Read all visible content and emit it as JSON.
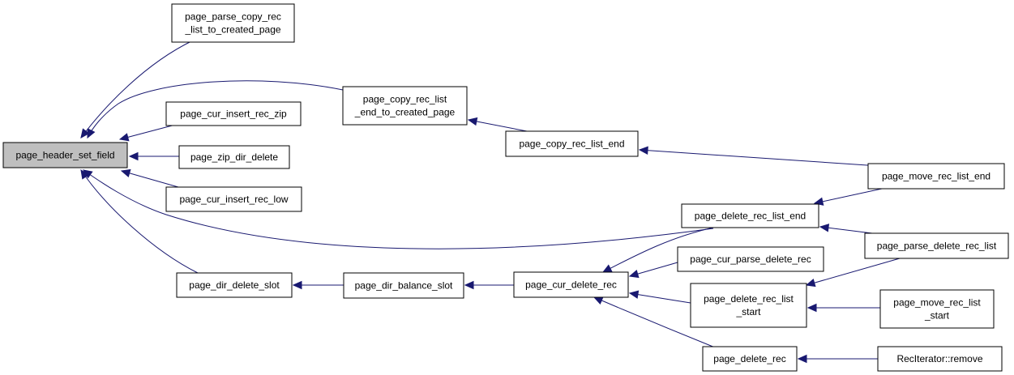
{
  "graph": {
    "nodes": [
      {
        "id": "page_header_set_field",
        "lines": [
          "page_header_set_field"
        ],
        "root": true
      },
      {
        "id": "page_parse_copy_rec_list_to_created_page",
        "lines": [
          "page_parse_copy_rec",
          "_list_to_created_page"
        ]
      },
      {
        "id": "page_copy_rec_list_end_to_created_page",
        "lines": [
          "page_copy_rec_list",
          "_end_to_created_page"
        ]
      },
      {
        "id": "page_cur_insert_rec_zip",
        "lines": [
          "page_cur_insert_rec_zip"
        ]
      },
      {
        "id": "page_zip_dir_delete",
        "lines": [
          "page_zip_dir_delete"
        ]
      },
      {
        "id": "page_cur_insert_rec_low",
        "lines": [
          "page_cur_insert_rec_low"
        ]
      },
      {
        "id": "page_delete_rec_list_end",
        "lines": [
          "page_delete_rec_list_end"
        ]
      },
      {
        "id": "page_dir_delete_slot",
        "lines": [
          "page_dir_delete_slot"
        ]
      },
      {
        "id": "page_copy_rec_list_end",
        "lines": [
          "page_copy_rec_list_end"
        ]
      },
      {
        "id": "page_move_rec_list_end",
        "lines": [
          "page_move_rec_list_end"
        ]
      },
      {
        "id": "page_parse_delete_rec_list",
        "lines": [
          "page_parse_delete_rec_list"
        ]
      },
      {
        "id": "page_dir_balance_slot",
        "lines": [
          "page_dir_balance_slot"
        ]
      },
      {
        "id": "page_cur_delete_rec",
        "lines": [
          "page_cur_delete_rec"
        ]
      },
      {
        "id": "page_cur_parse_delete_rec",
        "lines": [
          "page_cur_parse_delete_rec"
        ]
      },
      {
        "id": "page_delete_rec_list_start",
        "lines": [
          "page_delete_rec_list",
          "_start"
        ]
      },
      {
        "id": "page_delete_rec",
        "lines": [
          "page_delete_rec"
        ]
      },
      {
        "id": "page_move_rec_list_start",
        "lines": [
          "page_move_rec_list",
          "_start"
        ]
      },
      {
        "id": "RecIterator_remove",
        "lines": [
          "RecIterator::remove"
        ]
      }
    ],
    "edges": [
      {
        "from": "page_parse_copy_rec_list_to_created_page",
        "to": "page_header_set_field"
      },
      {
        "from": "page_copy_rec_list_end_to_created_page",
        "to": "page_header_set_field"
      },
      {
        "from": "page_cur_insert_rec_zip",
        "to": "page_header_set_field"
      },
      {
        "from": "page_zip_dir_delete",
        "to": "page_header_set_field"
      },
      {
        "from": "page_cur_insert_rec_low",
        "to": "page_header_set_field"
      },
      {
        "from": "page_delete_rec_list_end",
        "to": "page_header_set_field"
      },
      {
        "from": "page_dir_delete_slot",
        "to": "page_header_set_field"
      },
      {
        "from": "page_copy_rec_list_end",
        "to": "page_copy_rec_list_end_to_created_page"
      },
      {
        "from": "page_move_rec_list_end",
        "to": "page_copy_rec_list_end"
      },
      {
        "from": "page_move_rec_list_end",
        "to": "page_delete_rec_list_end"
      },
      {
        "from": "page_parse_delete_rec_list",
        "to": "page_delete_rec_list_end"
      },
      {
        "from": "page_dir_balance_slot",
        "to": "page_dir_delete_slot"
      },
      {
        "from": "page_cur_delete_rec",
        "to": "page_dir_balance_slot"
      },
      {
        "from": "page_delete_rec_list_end",
        "to": "page_cur_delete_rec"
      },
      {
        "from": "page_cur_parse_delete_rec",
        "to": "page_cur_delete_rec"
      },
      {
        "from": "page_delete_rec_list_start",
        "to": "page_cur_delete_rec"
      },
      {
        "from": "page_delete_rec",
        "to": "page_cur_delete_rec"
      },
      {
        "from": "page_parse_delete_rec_list",
        "to": "page_delete_rec_list_start"
      },
      {
        "from": "page_move_rec_list_start",
        "to": "page_delete_rec_list_start"
      },
      {
        "from": "RecIterator_remove",
        "to": "page_delete_rec"
      }
    ]
  }
}
